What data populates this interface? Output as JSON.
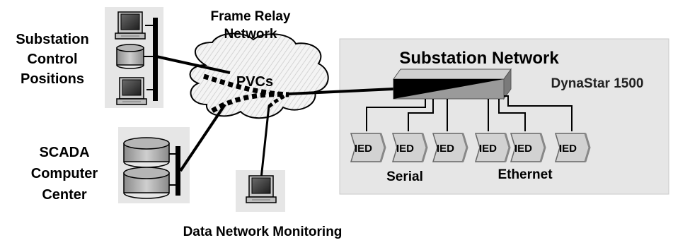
{
  "labels": {
    "control_line1": "Substation",
    "control_line2": "Control",
    "control_line3": "Positions",
    "scada_line1": "SCADA",
    "scada_line2": "Computer",
    "scada_line3": "Center",
    "cloud_title_line1": "Frame Relay",
    "cloud_title_line2": "Network",
    "pvcs": "PVCs",
    "substation_network": "Substation Network",
    "device": "DynaStar 1500",
    "serial": "Serial",
    "ethernet": "Ethernet",
    "monitoring": "Data Network Monitoring"
  },
  "ied_label": "IED",
  "ied_count": 6,
  "colors": {
    "panel": "#e6e6e6",
    "panel_border": "#c8c8c8",
    "cloud_fill": "#f2f2f2",
    "device_dark": "#000000",
    "device_light": "#9a9a9a"
  }
}
